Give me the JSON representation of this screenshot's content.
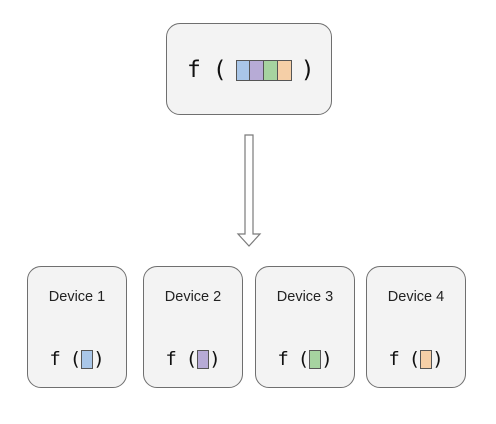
{
  "top": {
    "fn": "f",
    "open": "(",
    "close": ")",
    "chunk_colors": [
      "#a9c6e8",
      "#b7abd6",
      "#a6d3a0",
      "#f5cfa7"
    ]
  },
  "devices": [
    {
      "label": "Device 1",
      "fn": "f",
      "open": "(",
      "close": ")",
      "color": "#a9c6e8"
    },
    {
      "label": "Device 2",
      "fn": "f",
      "open": "(",
      "close": ")",
      "color": "#b7abd6"
    },
    {
      "label": "Device 3",
      "fn": "f",
      "open": "(",
      "close": ")",
      "color": "#a6d3a0"
    },
    {
      "label": "Device 4",
      "fn": "f",
      "open": "(",
      "close": ")",
      "color": "#f5cfa7"
    }
  ],
  "arrow": {
    "direction": "down",
    "color": "#7a7a7a"
  }
}
